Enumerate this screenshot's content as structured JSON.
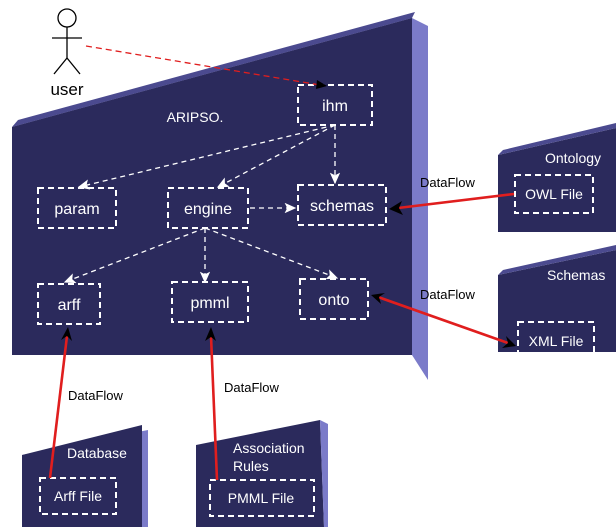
{
  "actor": {
    "label": "user"
  },
  "main_package": {
    "title": "ARIPSO."
  },
  "modules": {
    "ihm": "ihm",
    "param": "param",
    "engine": "engine",
    "schemas": "schemas",
    "arff": "arff",
    "pmml": "pmml",
    "onto": "onto"
  },
  "external_packages": {
    "ontology": {
      "title": "Ontology",
      "file": "OWL File"
    },
    "schemas": {
      "title": "Schemas",
      "file": "XML File"
    },
    "database": {
      "title": "Database",
      "file": "Arff File"
    },
    "association_rules": {
      "title_line1": "Association",
      "title_line2": "Rules",
      "file": "PMML File"
    }
  },
  "flows": {
    "ontology_flow": "DataFlow",
    "schemas_flow": "DataFlow",
    "database_flow": "DataFlow",
    "rules_flow": "DataFlow"
  },
  "colors": {
    "package_fill": "#2b2a5c",
    "package_side": "#7b7bc9",
    "package_top": "#4b4a8f",
    "flow_arrow": "#e01e1e",
    "dependency": "#ffffff"
  }
}
